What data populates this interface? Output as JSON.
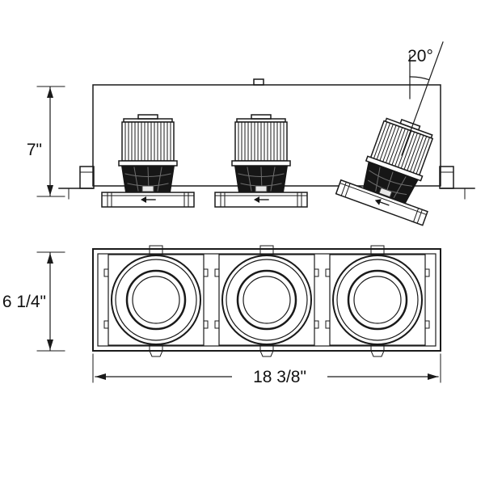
{
  "drawing": {
    "labels": {
      "height": "7\"",
      "face_height": "6 1/4\"",
      "width": "18 3/8\"",
      "tilt_angle": "20°"
    }
  },
  "colors": {
    "line": "#1a1a1a",
    "dark": "#161616",
    "background": "#ffffff"
  }
}
